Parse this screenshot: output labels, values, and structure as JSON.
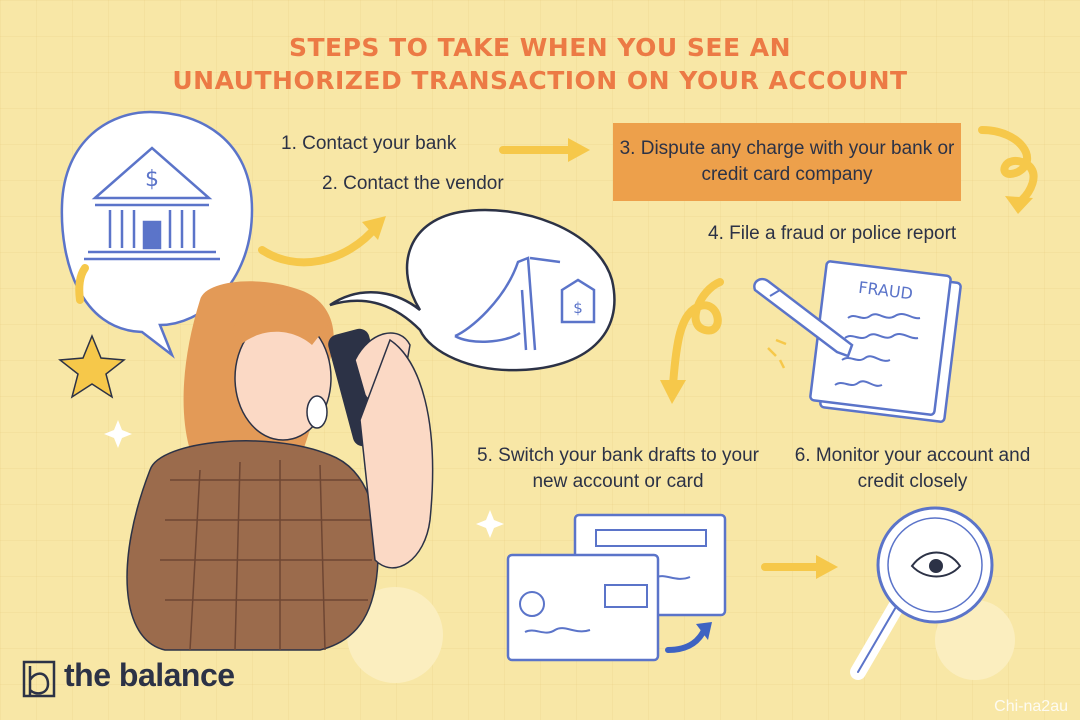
{
  "title": {
    "line1": "STEPS TO TAKE WHEN YOU SEE AN",
    "line2": "UNAUTHORIZED TRANSACTION ON YOUR ACCOUNT"
  },
  "steps": [
    "1. Contact your bank",
    "2. Contact the vendor",
    "3. Dispute any charge with your bank or credit card company",
    "4. File a fraud or police report",
    "5. Switch your bank drafts to your new account or card",
    "6. Monitor your account and credit closely"
  ],
  "illustrations": {
    "bank_symbol": "$",
    "price_tag_symbol": "$",
    "fraud_doc_heading": "FRAUD"
  },
  "brand": {
    "name": "the balance"
  },
  "watermark": "Chi-na2au",
  "colors": {
    "background": "#f8e7a6",
    "title": "#ec7a45",
    "highlight_box": "#eda04b",
    "arrow": "#f6c84a",
    "ink": "#2c3246",
    "line_art": "#5b74c9"
  },
  "icons": [
    "bank-icon",
    "shoe-icon",
    "price-tag-icon",
    "fraud-document-icon",
    "pen-icon",
    "credit-card-icon",
    "magnifier-icon",
    "eye-icon",
    "star-icon",
    "the-balance-logo-icon"
  ]
}
